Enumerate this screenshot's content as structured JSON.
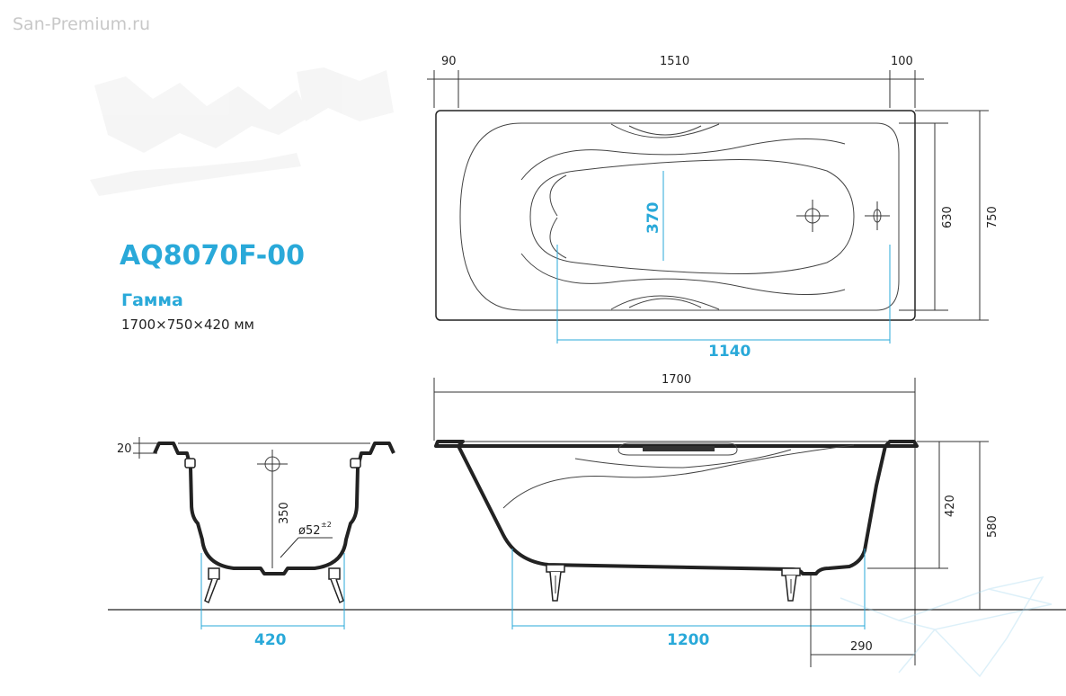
{
  "watermark": "San-Premium.ru",
  "product": {
    "model": "AQ8070F-00",
    "name": "Гамма",
    "size": "1700×750×420 мм"
  },
  "top_view": {
    "dim_left": "90",
    "dim_middle": "1510",
    "dim_right": "100",
    "dim_inner_width": "630",
    "dim_outer_width": "750",
    "dim_inner_length": "370",
    "dim_bottom_length": "1140"
  },
  "side_view": {
    "dim_length": "1700",
    "dim_depth": "420",
    "dim_height": "580",
    "dim_legs": "1200",
    "dim_drain_offset": "290"
  },
  "end_view": {
    "dim_rim": "20",
    "dim_overflow": "350",
    "dim_drain": "ø52",
    "dim_drain_tol": "±2",
    "dim_legs": "420"
  },
  "colors": {
    "accent": "#29a9d9",
    "line": "#222222"
  }
}
